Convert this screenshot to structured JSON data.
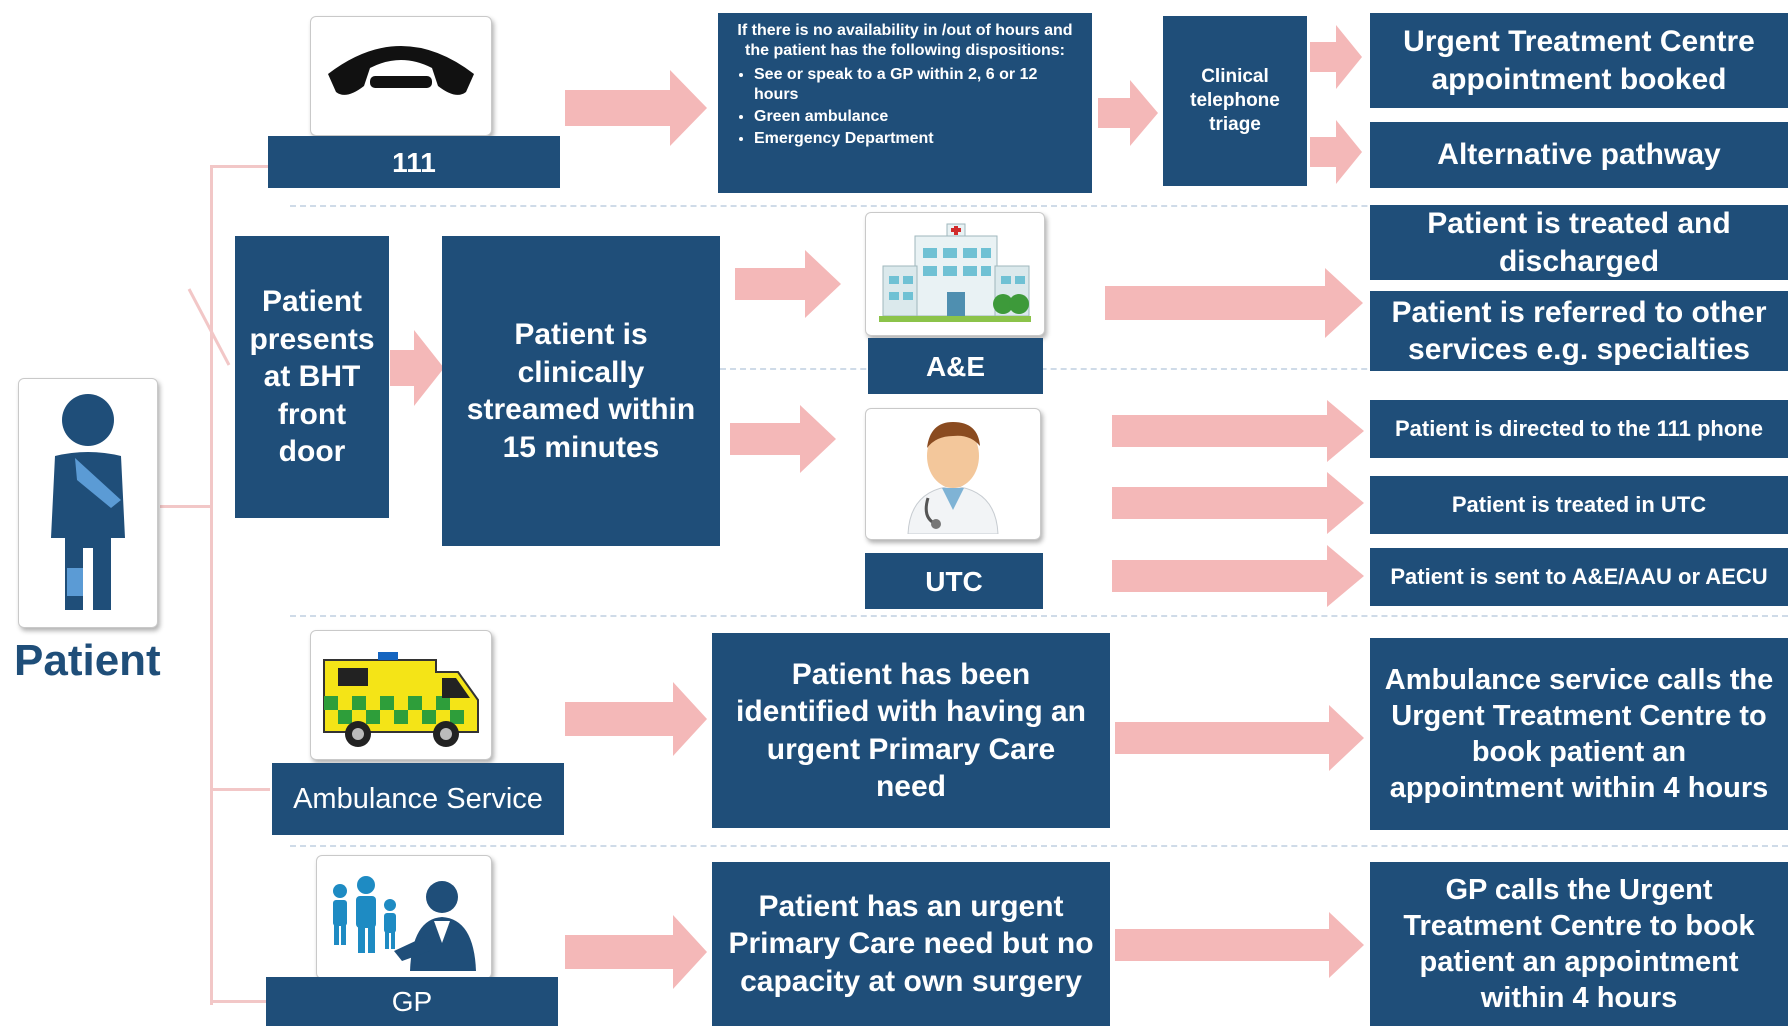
{
  "patient": {
    "label": "Patient"
  },
  "row_111": {
    "label": "111",
    "dispositions": {
      "intro": "If there is no availability in /out of hours and the patient has the following dispositions:",
      "items": [
        "See or speak to a GP within 2, 6 or 12 hours",
        "Green ambulance",
        "Emergency Department"
      ]
    },
    "triage": "Clinical telephone triage",
    "outcomes": [
      "Urgent Treatment Centre appointment booked",
      "Alternative pathway"
    ]
  },
  "row_front_door": {
    "presents": "Patient presents at BHT front door",
    "streamed": "Patient is clinically streamed within 15 minutes",
    "ae_label": "A&E",
    "utc_label": "UTC",
    "ae_outcomes": [
      "Patient is treated and discharged",
      "Patient is referred to other services e.g. specialties"
    ],
    "utc_outcomes": [
      "Patient is directed to the 111 phone",
      "Patient is treated in UTC",
      "Patient is sent to A&E/AAU or AECU"
    ]
  },
  "row_ambulance": {
    "label": "Ambulance Service",
    "need": "Patient has been identified with having an urgent Primary Care need",
    "outcome": "Ambulance service calls the Urgent Treatment Centre to book patient an appointment within 4 hours"
  },
  "row_gp": {
    "label": "GP",
    "need": "Patient has an urgent Primary Care need but no capacity at own surgery",
    "outcome": "GP calls the Urgent Treatment Centre to book patient an appointment within 4 hours"
  },
  "icons": [
    "patient-icon",
    "phone-icon",
    "hospital-icon",
    "doctor-icon",
    "ambulance-icon",
    "gp-icon"
  ],
  "colors": {
    "box": "#1f4e79",
    "arrow": "#f4b8b8",
    "patient_text": "#1f4e79"
  }
}
